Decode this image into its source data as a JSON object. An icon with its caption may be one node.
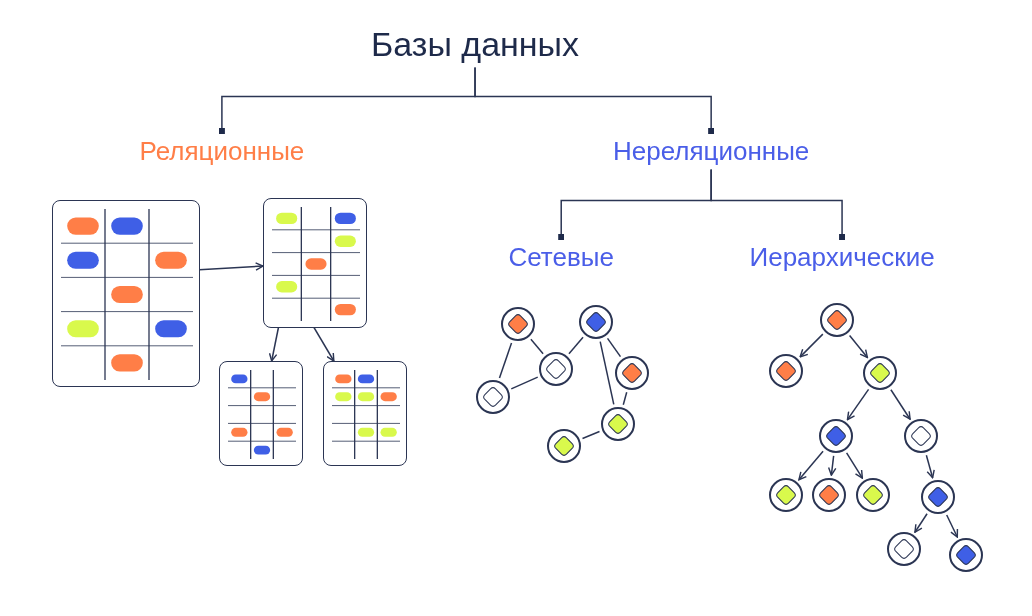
{
  "diagram": {
    "nodes": [
      {
        "text": [
          "Базы данных"
        ]
      },
      {
        "text": [
          "Реляционные"
        ]
      },
      {
        "text": [
          "Нереляционные"
        ]
      },
      {
        "text": [
          "Сетевые"
        ]
      },
      {
        "text": [
          "Иерархические"
        ]
      },
      {
        "text": [],
        "shape": "table"
      },
      {
        "text": [],
        "shape": "table"
      },
      {
        "text": [],
        "shape": "table"
      },
      {
        "text": [],
        "shape": "table"
      },
      {
        "text": [],
        "shape": "circle"
      },
      {
        "text": [],
        "shape": "circle"
      },
      {
        "text": [],
        "shape": "circle"
      },
      {
        "text": [],
        "shape": "circle"
      },
      {
        "text": [],
        "shape": "circle"
      },
      {
        "text": [],
        "shape": "circle"
      },
      {
        "text": [],
        "shape": "circle"
      },
      {
        "text": [],
        "shape": "circle"
      },
      {
        "text": [],
        "shape": "circle"
      },
      {
        "text": [],
        "shape": "circle"
      },
      {
        "text": [],
        "shape": "circle"
      },
      {
        "text": [],
        "shape": "circle"
      },
      {
        "text": [],
        "shape": "circle"
      },
      {
        "text": [],
        "shape": "circle"
      },
      {
        "text": [],
        "shape": "circle"
      },
      {
        "text": [],
        "shape": "circle"
      },
      {
        "text": [],
        "shape": "circle"
      },
      {
        "text": [],
        "shape": "circle"
      }
    ],
    "edges": [
      {
        "from": 0,
        "to": 1,
        "arrow": "other"
      },
      {
        "from": 0,
        "to": 2,
        "arrow": "other"
      },
      {
        "from": 2,
        "to": 3,
        "arrow": "other"
      },
      {
        "from": 2,
        "to": 4,
        "arrow": "other"
      },
      {
        "from": 5,
        "to": 6,
        "arrow": "to"
      },
      {
        "from": 6,
        "to": 7,
        "arrow": "to"
      },
      {
        "from": 6,
        "to": 8,
        "arrow": "to"
      },
      {
        "from": 9,
        "to": 13,
        "arrow": "none"
      },
      {
        "from": 9,
        "to": 11,
        "arrow": "none"
      },
      {
        "from": 11,
        "to": 13,
        "arrow": "none"
      },
      {
        "from": 10,
        "to": 11,
        "arrow": "none"
      },
      {
        "from": 10,
        "to": 14,
        "arrow": "none"
      },
      {
        "from": 10,
        "to": 12,
        "arrow": "none"
      },
      {
        "from": 12,
        "to": 14,
        "arrow": "none"
      },
      {
        "from": 14,
        "to": 15,
        "arrow": "none"
      },
      {
        "from": 16,
        "to": 17,
        "arrow": "to"
      },
      {
        "from": 16,
        "to": 18,
        "arrow": "to"
      },
      {
        "from": 18,
        "to": 19,
        "arrow": "to"
      },
      {
        "from": 18,
        "to": 20,
        "arrow": "to"
      },
      {
        "from": 19,
        "to": 21,
        "arrow": "to"
      },
      {
        "from": 19,
        "to": 22,
        "arrow": "to"
      },
      {
        "from": 19,
        "to": 23,
        "arrow": "to"
      },
      {
        "from": 20,
        "to": 24,
        "arrow": "to"
      },
      {
        "from": 24,
        "to": 25,
        "arrow": "to"
      },
      {
        "from": 24,
        "to": 26,
        "arrow": "to"
      }
    ]
  }
}
